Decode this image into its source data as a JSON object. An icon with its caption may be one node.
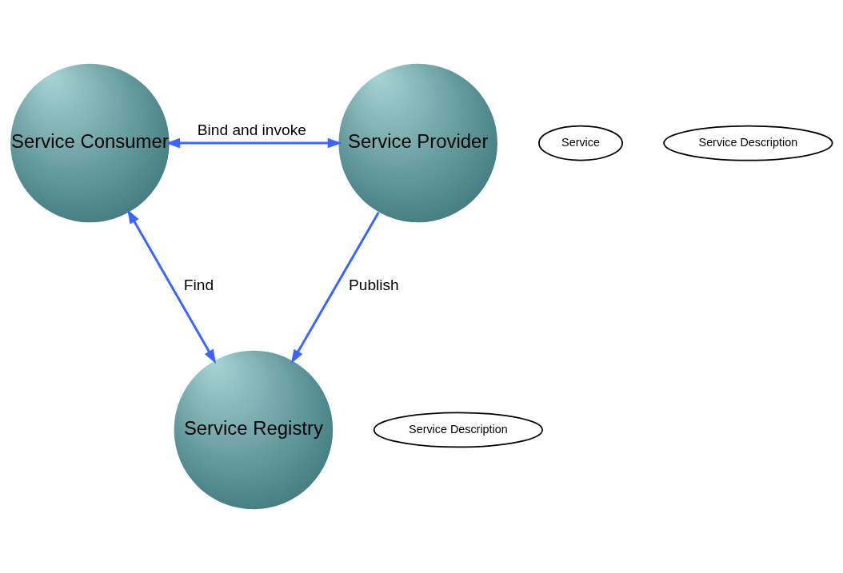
{
  "diagram": {
    "nodes": [
      {
        "text": [
          "Service Registry"
        ]
      },
      {
        "text": [
          "Service Description"
        ]
      },
      {
        "text": [
          "Service Consumer"
        ]
      },
      {
        "text": [
          "Service Provider"
        ]
      },
      {
        "text": [
          "Service"
        ]
      },
      {
        "text": [
          "Service Description"
        ]
      }
    ],
    "edges": [
      {
        "from": 2,
        "to": 0,
        "arrow": "both",
        "label": "Find"
      },
      {
        "from": 3,
        "to": 0,
        "arrow": "to",
        "label": "Publish"
      },
      {
        "from": 2,
        "to": 3,
        "arrow": "both",
        "label": "Bind and invoke"
      }
    ]
  }
}
